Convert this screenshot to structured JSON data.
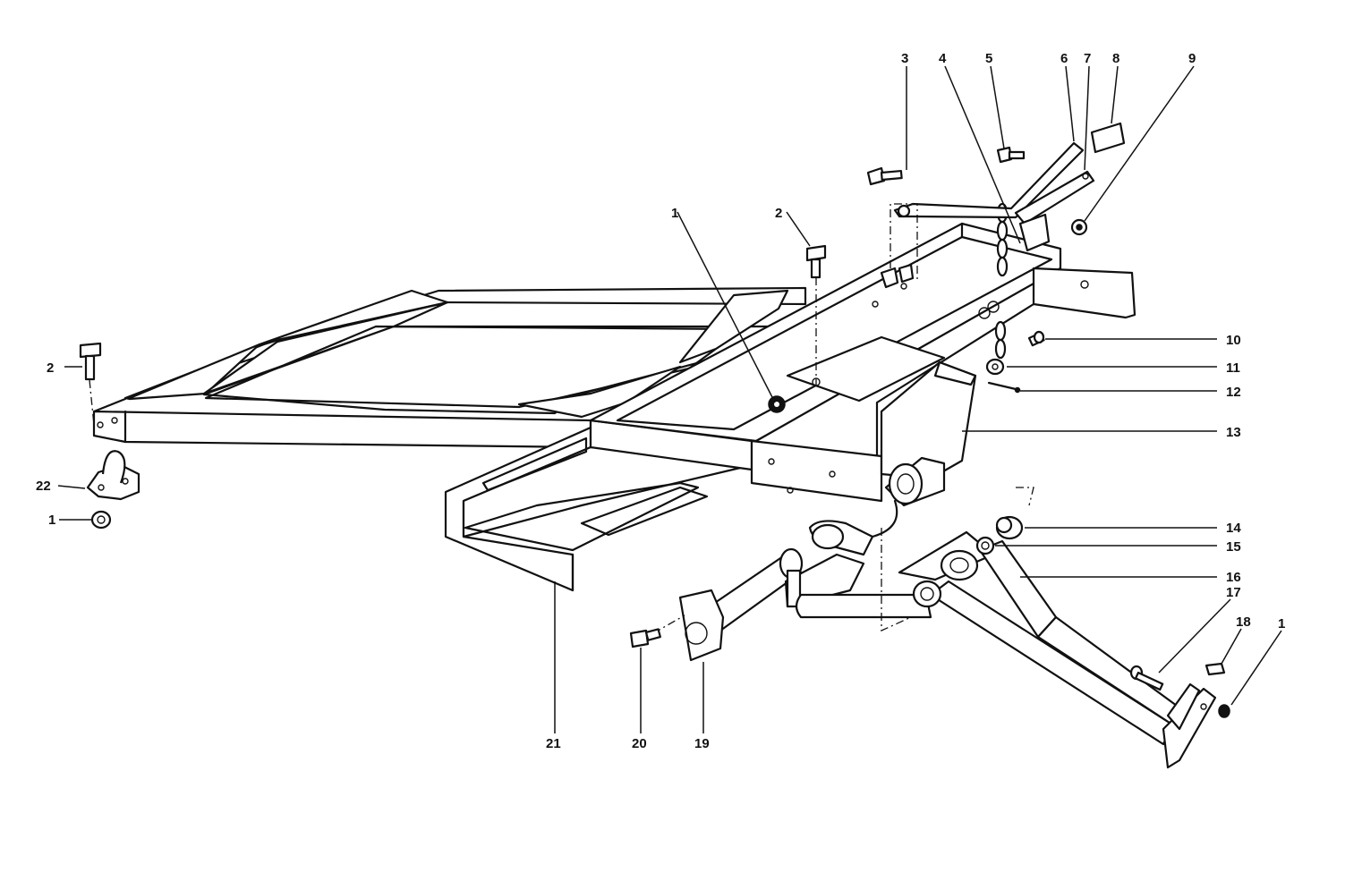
{
  "callouts": {
    "c1a": "1",
    "c1b": "1",
    "c1c": "1",
    "c2a": "2",
    "c2b": "2",
    "c3": "3",
    "c4": "4",
    "c5": "5",
    "c6": "6",
    "c7": "7",
    "c8": "8",
    "c9": "9",
    "c10": "10",
    "c11": "11",
    "c12": "12",
    "c13": "13",
    "c14": "14",
    "c15": "15",
    "c16": "16",
    "c17": "17",
    "c18": "18",
    "c19": "19",
    "c20": "20",
    "c21": "21",
    "c22": "22"
  }
}
